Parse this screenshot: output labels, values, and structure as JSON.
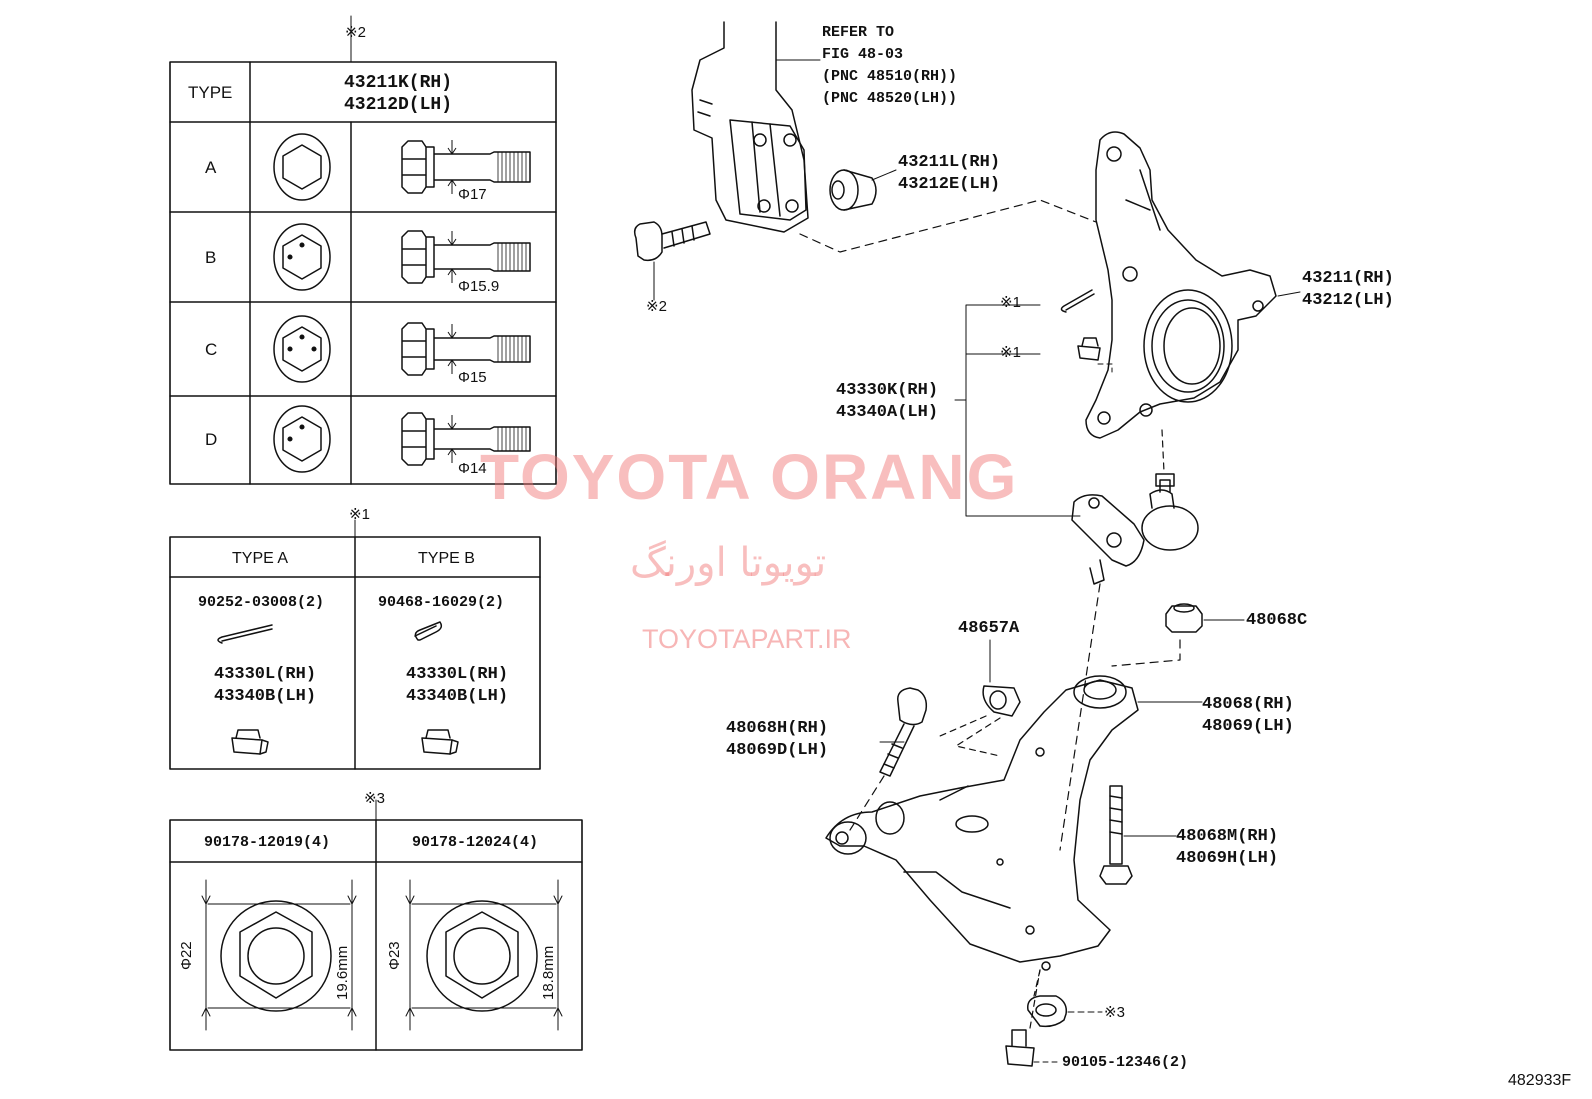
{
  "table_2": {
    "mark": "※2",
    "type_header": "TYPE",
    "part_line1": "43211K(RH)",
    "part_line2": "43212D(LH)",
    "rows": [
      {
        "type": "A",
        "dia": "Φ17"
      },
      {
        "type": "B",
        "dia": "Φ15.9"
      },
      {
        "type": "C",
        "dia": "Φ15"
      },
      {
        "type": "D",
        "dia": "Φ14"
      }
    ]
  },
  "table_1": {
    "mark": "※1",
    "col_a": {
      "header": "TYPE A",
      "pin": "90252-03008(2)",
      "part1": "43330L(RH)",
      "part2": "43340B(LH)"
    },
    "col_b": {
      "header": "TYPE B",
      "pin": "90468-16029(2)",
      "part1": "43330L(RH)",
      "part2": "43340B(LH)"
    }
  },
  "table_3": {
    "mark": "※3",
    "col_a": {
      "header": "90178-12019(4)",
      "dia": "Φ22",
      "height": "19.6mm"
    },
    "col_b": {
      "header": "90178-12024(4)",
      "dia": "Φ23",
      "height": "18.8mm"
    }
  },
  "labels": {
    "refer_1": "REFER TO",
    "refer_2": "FIG 48-03",
    "refer_3": "(PNC 48510(RH))",
    "refer_4": "(PNC 48520(LH))",
    "bush_rh": "43211L(RH)",
    "bush_lh": "43212E(LH)",
    "knuckle_rh": "43211(RH)",
    "knuckle_lh": "43212(LH)",
    "bolt_mark": "※2",
    "pin_mark": "※1",
    "nut_mark": "※1",
    "balljoint_rh": "43330K(RH)",
    "balljoint_lh": "43340A(LH)",
    "p48657a": "48657A",
    "p48068c": "48068C",
    "arm_rh": "48068(RH)",
    "arm_lh": "48069(LH)",
    "bolt48068h_rh": "48068H(RH)",
    "bolt48068h_lh": "48069D(LH)",
    "bolt48068m_rh": "48068M(RH)",
    "bolt48068m_lh": "48069H(LH)",
    "nut_mark3": "※3",
    "bolt_90105": "90105-12346(2)",
    "figure_id": "482933F"
  },
  "watermark": {
    "line1": "TOYOTA ORANG",
    "line2": "تویوتا اورنگ",
    "line3": "TOYOTAPART.IR",
    "color": "#f06e6e"
  }
}
